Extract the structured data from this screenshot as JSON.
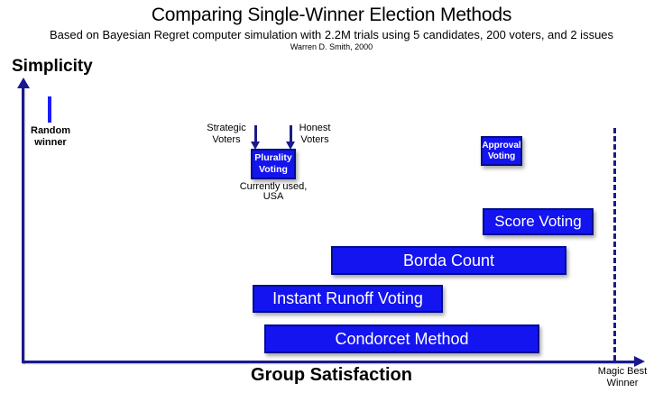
{
  "header": {
    "title": "Comparing Single-Winner Election Methods",
    "subtitle": "Based on Bayesian Regret computer simulation with 2.2M trials using 5 candidates, 200 voters, and 2 issues",
    "credit": "Warren D. Smith, 2000"
  },
  "axes": {
    "y_label": "Simplicity",
    "x_label": "Group Satisfaction",
    "x_end_label": "Magic Best\nWinner"
  },
  "annotations": {
    "random_winner": "Random\nwinner",
    "strategic_voters": "Strategic\nVoters",
    "honest_voters": "Honest\nVoters",
    "currently_used": "Currently used,\nUSA"
  },
  "colors": {
    "bar_fill": "#1414f0",
    "bar_border": "#000d8f",
    "axis": "#1a1a8c",
    "tick_blue": "#1b1bff",
    "bar_text": "#ffffff"
  },
  "chart_data": {
    "type": "bar",
    "orientation": "horizontal-range",
    "title": "Comparing Single-Winner Election Methods",
    "subtitle": "Based on Bayesian Regret computer simulation with 2.2M trials using 5 candidates, 200 voters, and 2 issues",
    "author": "Warren D. Smith, 2000",
    "xlabel": "Group Satisfaction",
    "ylabel": "Simplicity",
    "x_range": [
      0,
      1
    ],
    "x_max_label": "Magic Best Winner",
    "grid": false,
    "legend": false,
    "methods": [
      {
        "name": "Random winner",
        "satisfaction_range": [
          0.04,
          0.05
        ],
        "simplicity_rank": 1,
        "marker": "tick"
      },
      {
        "name": "Plurality Voting",
        "label": "Plurality\nVoting",
        "satisfaction_range": [
          0.39,
          0.46
        ],
        "simplicity_rank": 3,
        "note": "Currently used, USA; range spans Strategic Voters to Honest Voters"
      },
      {
        "name": "Approval Voting",
        "label": "Approval\nVoting",
        "satisfaction_range": [
          0.77,
          0.84
        ],
        "simplicity_rank": 2
      },
      {
        "name": "Score Voting",
        "satisfaction_range": [
          0.78,
          0.96
        ],
        "simplicity_rank": 4
      },
      {
        "name": "Borda Count",
        "satisfaction_range": [
          0.52,
          0.92
        ],
        "simplicity_rank": 5
      },
      {
        "name": "Instant Runoff Voting",
        "satisfaction_range": [
          0.39,
          0.71
        ],
        "simplicity_rank": 6
      },
      {
        "name": "Condorcet Method",
        "satisfaction_range": [
          0.41,
          0.87
        ],
        "simplicity_rank": 7
      }
    ]
  }
}
